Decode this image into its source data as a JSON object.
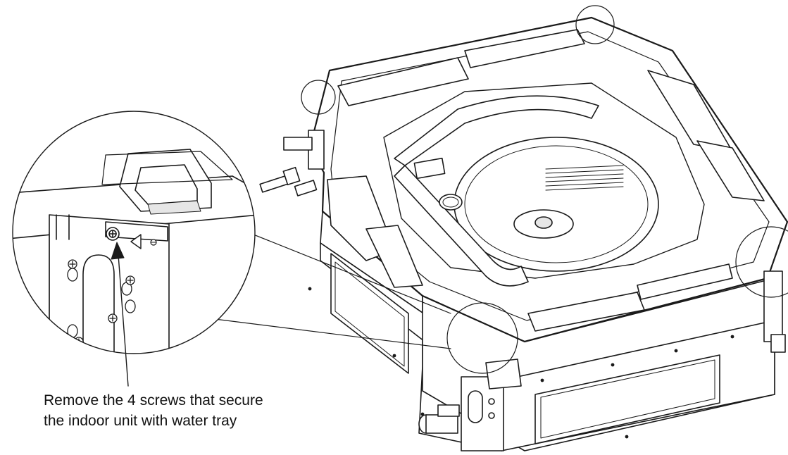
{
  "figure": {
    "instruction": {
      "line1": "Remove the 4 screws that secure",
      "line2": "the indoor unit with water tray"
    },
    "callout_count": 4,
    "colors": {
      "line": "#1a1a1a",
      "fill": "#ffffff",
      "shade": "#e6e6e6"
    },
    "icons": [
      "screw-icon",
      "arrow-icon",
      "triangle-marker-icon"
    ]
  }
}
